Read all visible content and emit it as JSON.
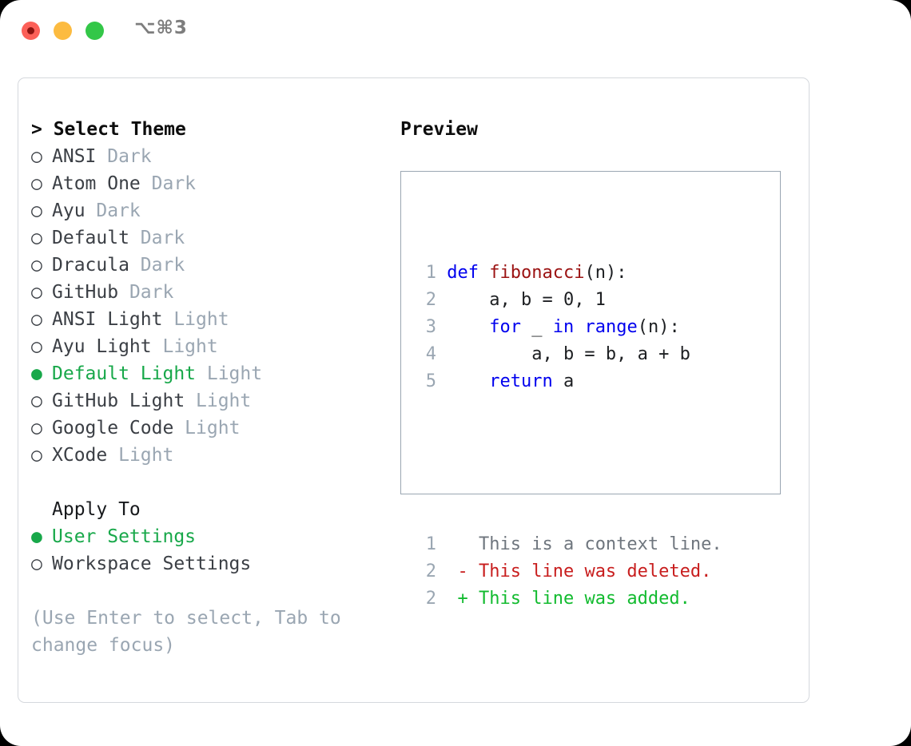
{
  "window": {
    "shortcut": "⌥⌘3",
    "traffic_lights": [
      "close-red",
      "minimize-amber",
      "maximize-green"
    ],
    "colors": {
      "red": "#fc6058",
      "amber": "#fcbb40",
      "green": "#33c748",
      "accent_green": "#18a84a",
      "muted_gray": "#9aa6b2",
      "keyword_blue": "#0000ee",
      "function_red": "#9b1212",
      "diff_add": "#12bb2f",
      "diff_del": "#c81e1e"
    }
  },
  "theme_selector": {
    "title": "> Select Theme",
    "bullet_selected": "●",
    "bullet_unselected": "○",
    "options": [
      {
        "name": "ANSI",
        "tag": "Dark",
        "selected": false
      },
      {
        "name": "Atom One",
        "tag": "Dark",
        "selected": false
      },
      {
        "name": "Ayu",
        "tag": "Dark",
        "selected": false
      },
      {
        "name": "Default",
        "tag": "Dark",
        "selected": false
      },
      {
        "name": "Dracula",
        "tag": "Dark",
        "selected": false
      },
      {
        "name": "GitHub",
        "tag": "Dark",
        "selected": false
      },
      {
        "name": "ANSI Light",
        "tag": "Light",
        "selected": false
      },
      {
        "name": "Ayu Light",
        "tag": "Light",
        "selected": false
      },
      {
        "name": "Default Light",
        "tag": "Light",
        "selected": true
      },
      {
        "name": "GitHub Light",
        "tag": "Light",
        "selected": false
      },
      {
        "name": "Google Code",
        "tag": "Light",
        "selected": false
      },
      {
        "name": "XCode",
        "tag": "Light",
        "selected": false
      }
    ]
  },
  "apply_to": {
    "heading": "Apply To",
    "options": [
      {
        "name": "User Settings",
        "selected": true
      },
      {
        "name": "Workspace Settings",
        "selected": false
      }
    ]
  },
  "hint": "(Use Enter to select, Tab to change focus)",
  "preview": {
    "title": "Preview",
    "code_lines": [
      {
        "no": "1",
        "tokens": [
          {
            "t": "def",
            "c": "kw"
          },
          {
            "t": " ",
            "c": "plain"
          },
          {
            "t": "fibonacci",
            "c": "fn"
          },
          {
            "t": "(n):",
            "c": "plain"
          }
        ]
      },
      {
        "no": "2",
        "tokens": [
          {
            "t": "    a, b = 0, 1",
            "c": "plain"
          }
        ]
      },
      {
        "no": "3",
        "tokens": [
          {
            "t": "    ",
            "c": "plain"
          },
          {
            "t": "for",
            "c": "kw"
          },
          {
            "t": " _ ",
            "c": "plain"
          },
          {
            "t": "in",
            "c": "kw"
          },
          {
            "t": " ",
            "c": "plain"
          },
          {
            "t": "range",
            "c": "kw"
          },
          {
            "t": "(n):",
            "c": "plain"
          }
        ]
      },
      {
        "no": "4",
        "tokens": [
          {
            "t": "        a, b = b, a + b",
            "c": "plain"
          }
        ]
      },
      {
        "no": "5",
        "tokens": [
          {
            "t": "    ",
            "c": "plain"
          },
          {
            "t": "return",
            "c": "kw"
          },
          {
            "t": " a",
            "c": "plain"
          }
        ]
      }
    ],
    "diff_lines": [
      {
        "no": "1",
        "marker": " ",
        "text": " This is a context line.",
        "kind": "ctx"
      },
      {
        "no": "2",
        "marker": "-",
        "text": " This line was deleted.",
        "kind": "del"
      },
      {
        "no": "2",
        "marker": "+",
        "text": " This line was added.",
        "kind": "add"
      }
    ]
  }
}
